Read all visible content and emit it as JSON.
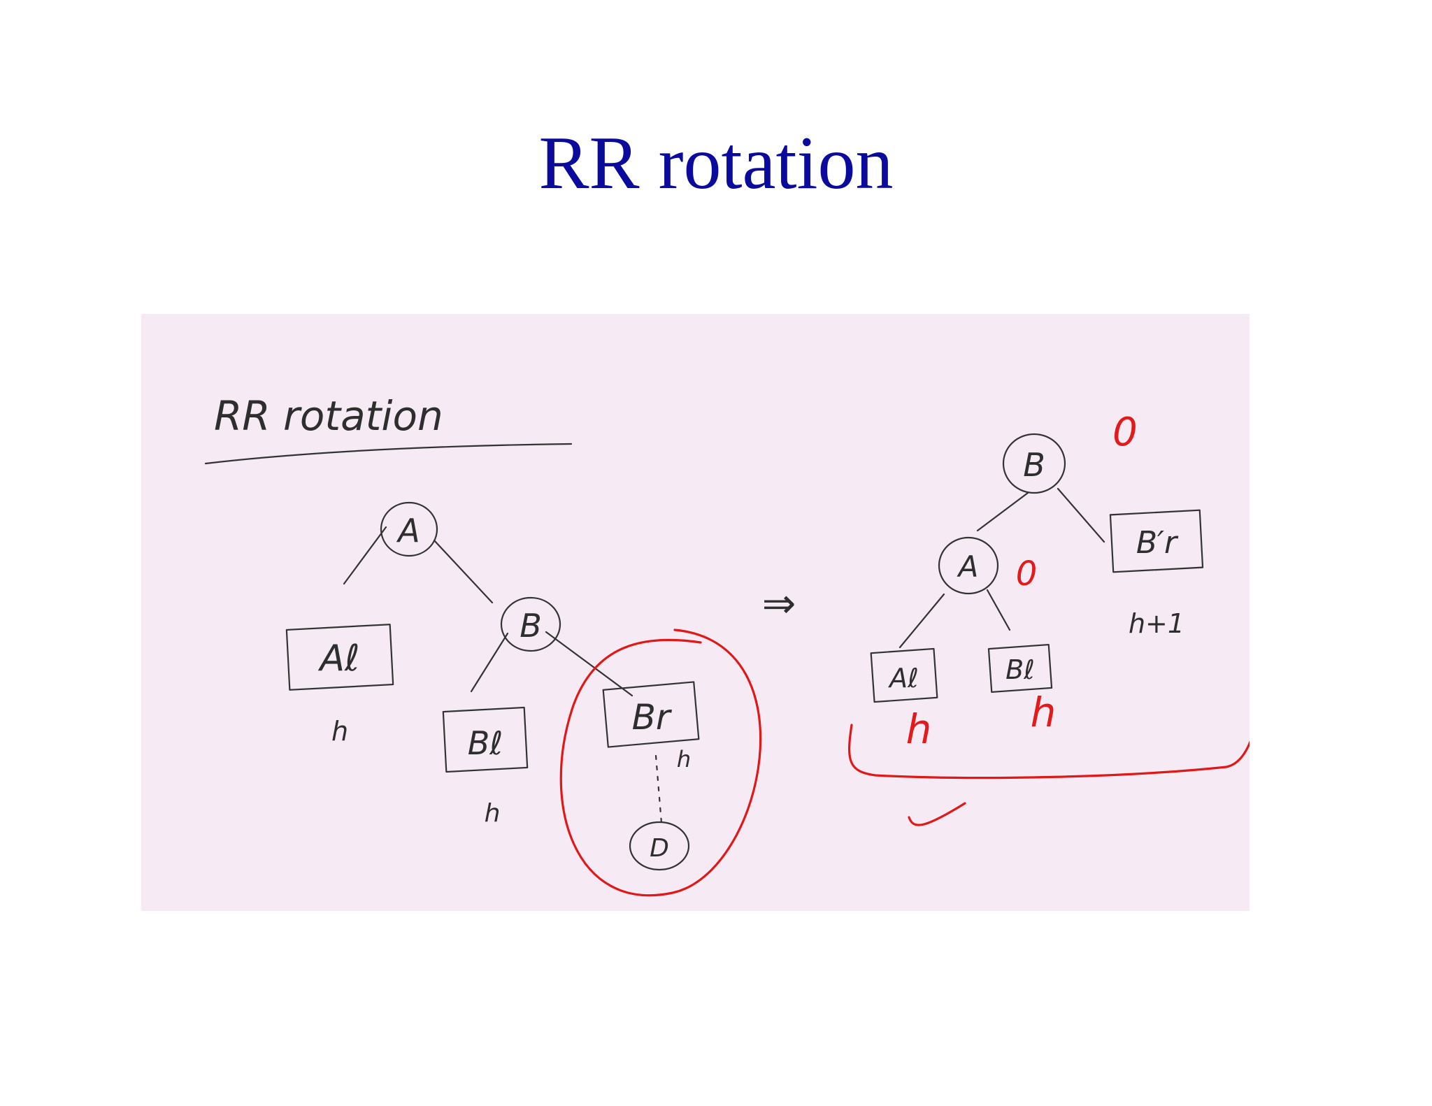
{
  "slide": {
    "title": "RR rotation"
  },
  "sketch": {
    "heading": "RR rotation",
    "arrow": "⇒",
    "before": {
      "nodes": {
        "a": "A",
        "b": "B",
        "d": "D"
      },
      "subtrees": {
        "al": "Aℓ",
        "bl": "Bℓ",
        "br": "Br"
      },
      "heights": {
        "al": "h",
        "bl": "h",
        "br": "h"
      }
    },
    "after": {
      "nodes": {
        "b": "B",
        "a": "A"
      },
      "subtrees": {
        "al": "Aℓ",
        "bl": "Bℓ",
        "br": "B′r"
      },
      "heights": {
        "br": "h+1"
      },
      "balance_factors": {
        "b": "0",
        "a": "0"
      },
      "red_heights": {
        "al": "h",
        "bl": "h"
      }
    }
  },
  "colors": {
    "title": "#0a0a9c",
    "paper": "#f6ebf4",
    "ink": "#333333",
    "annotation": "#e01818"
  }
}
